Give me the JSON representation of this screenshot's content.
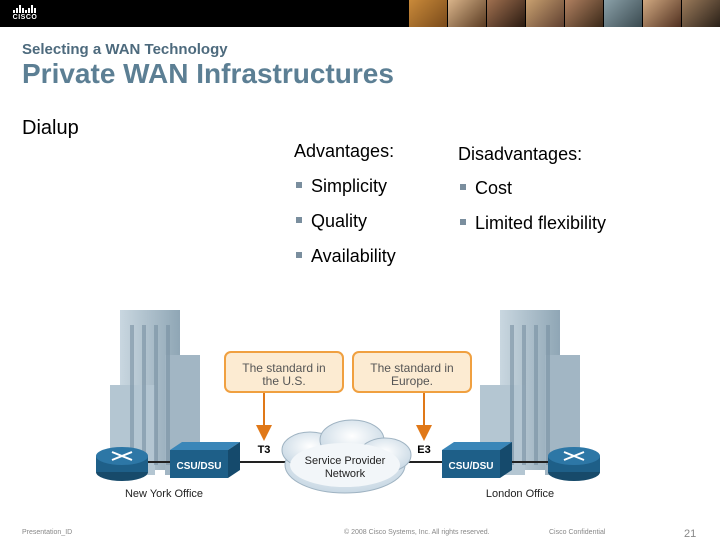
{
  "header": {
    "logo_text": "CISCO",
    "subtitle": "Selecting a WAN Technology",
    "title": "Private WAN Infrastructures"
  },
  "section": "Dialup",
  "advantages": {
    "heading": "Advantages:",
    "items": [
      "Simplicity",
      "Quality",
      "Availability"
    ]
  },
  "disadvantages": {
    "heading": "Disadvantages:",
    "items": [
      "Cost",
      "Limited flexibility"
    ]
  },
  "diagram": {
    "callout_left": [
      "The standard in",
      "the U.S."
    ],
    "callout_right": [
      "The standard in",
      "Europe."
    ],
    "link_left": "T3",
    "link_right": "E3",
    "device_left": "CSU/DSU",
    "device_right": "CSU/DSU",
    "cloud": [
      "Service Provider",
      "Network"
    ],
    "office_left": "New York Office",
    "office_right": "London Office"
  },
  "footer": {
    "presentation_id": "Presentation_ID",
    "copyright": "© 2008 Cisco Systems, Inc. All rights reserved.",
    "confidential": "Cisco Confidential",
    "page": "21"
  },
  "colors": {
    "title": "#5c7f94",
    "callout_fill": "#fcebd2",
    "callout_stroke": "#f0a040",
    "arrow": "#e07818",
    "device": "#1e5f88"
  }
}
